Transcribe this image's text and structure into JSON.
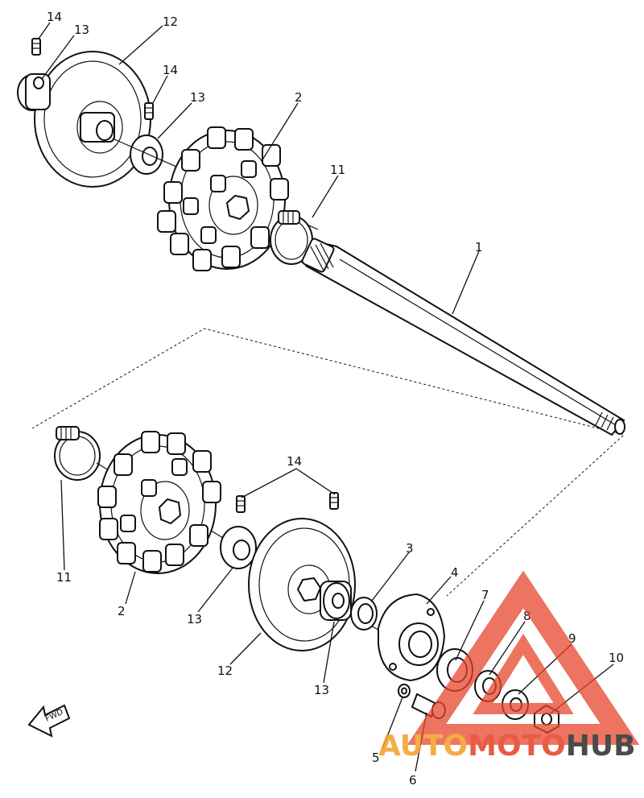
{
  "diagram": {
    "callouts": [
      {
        "id": "c14a",
        "label": "14"
      },
      {
        "id": "c13a",
        "label": "13"
      },
      {
        "id": "c12a",
        "label": "12"
      },
      {
        "id": "c14b",
        "label": "14"
      },
      {
        "id": "c13b",
        "label": "13"
      },
      {
        "id": "c2a",
        "label": "2"
      },
      {
        "id": "c11a",
        "label": "11"
      },
      {
        "id": "c1",
        "label": "1"
      },
      {
        "id": "c14c",
        "label": "14"
      },
      {
        "id": "c11b",
        "label": "11"
      },
      {
        "id": "c2b",
        "label": "2"
      },
      {
        "id": "c13c",
        "label": "13"
      },
      {
        "id": "c12b",
        "label": "12"
      },
      {
        "id": "c13d",
        "label": "13"
      },
      {
        "id": "c3",
        "label": "3"
      },
      {
        "id": "c4",
        "label": "4"
      },
      {
        "id": "c7",
        "label": "7"
      },
      {
        "id": "c8",
        "label": "8"
      },
      {
        "id": "c9",
        "label": "9"
      },
      {
        "id": "c10",
        "label": "10"
      },
      {
        "id": "c5",
        "label": "5"
      },
      {
        "id": "c6",
        "label": "6"
      }
    ],
    "direction_marker": "FWD"
  },
  "watermark": {
    "word_part1": "AUTO",
    "word_part2": "MOTO",
    "word_part3": "HUB",
    "color_primary": "#e8452c",
    "color_secondary": "#f3a12a",
    "color_dark": "#333333"
  }
}
